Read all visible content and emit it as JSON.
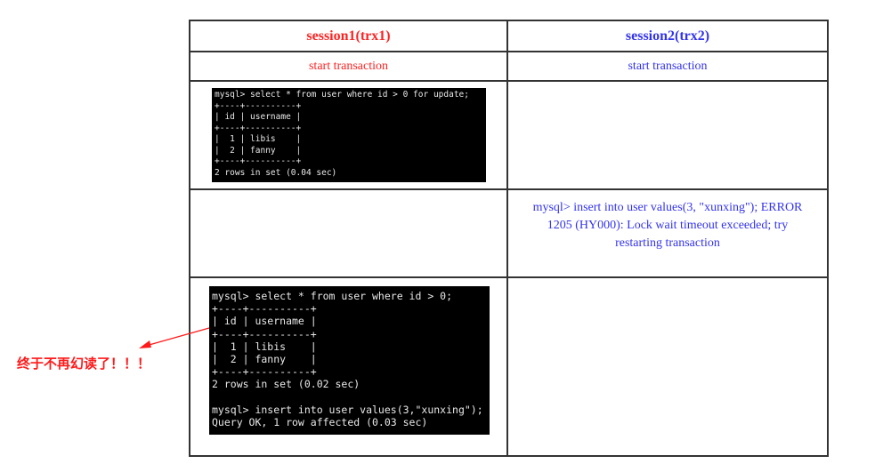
{
  "table": {
    "headers": [
      {
        "label": "session1(trx1)",
        "color": "#ff2222"
      },
      {
        "label": "session2(trx2)",
        "color": "#3333ee"
      }
    ],
    "rows": [
      {
        "session1": "start transaction",
        "session2": "start transaction"
      },
      {
        "session1_terminal": "mysql> select * from user where id > 0 for update;\n+----+----------+\n| id | username |\n+----+----------+\n|  1 | libis    |\n|  2 | fanny    |\n+----+----------+\n2 rows in set (0.04 sec)",
        "session2": ""
      },
      {
        "session1": "",
        "session2": "mysql> insert into user values(3, \"xunxing\"); ERROR 1205 (HY000): Lock wait timeout exceeded; try restarting transaction"
      },
      {
        "session1_terminal": "mysql> select * from user where id > 0;\n+----+----------+\n| id | username |\n+----+----------+\n|  1 | libis    |\n|  2 | fanny    |\n+----+----------+\n2 rows in set (0.02 sec)\n\nmysql> insert into user values(3,\"xunxing\");\nQuery OK, 1 row affected (0.03 sec)",
        "session2": ""
      }
    ]
  },
  "annotation": {
    "text": "终于不再幻读了！！！",
    "color": "#ff1a1a",
    "icon": "arrow-icon"
  }
}
